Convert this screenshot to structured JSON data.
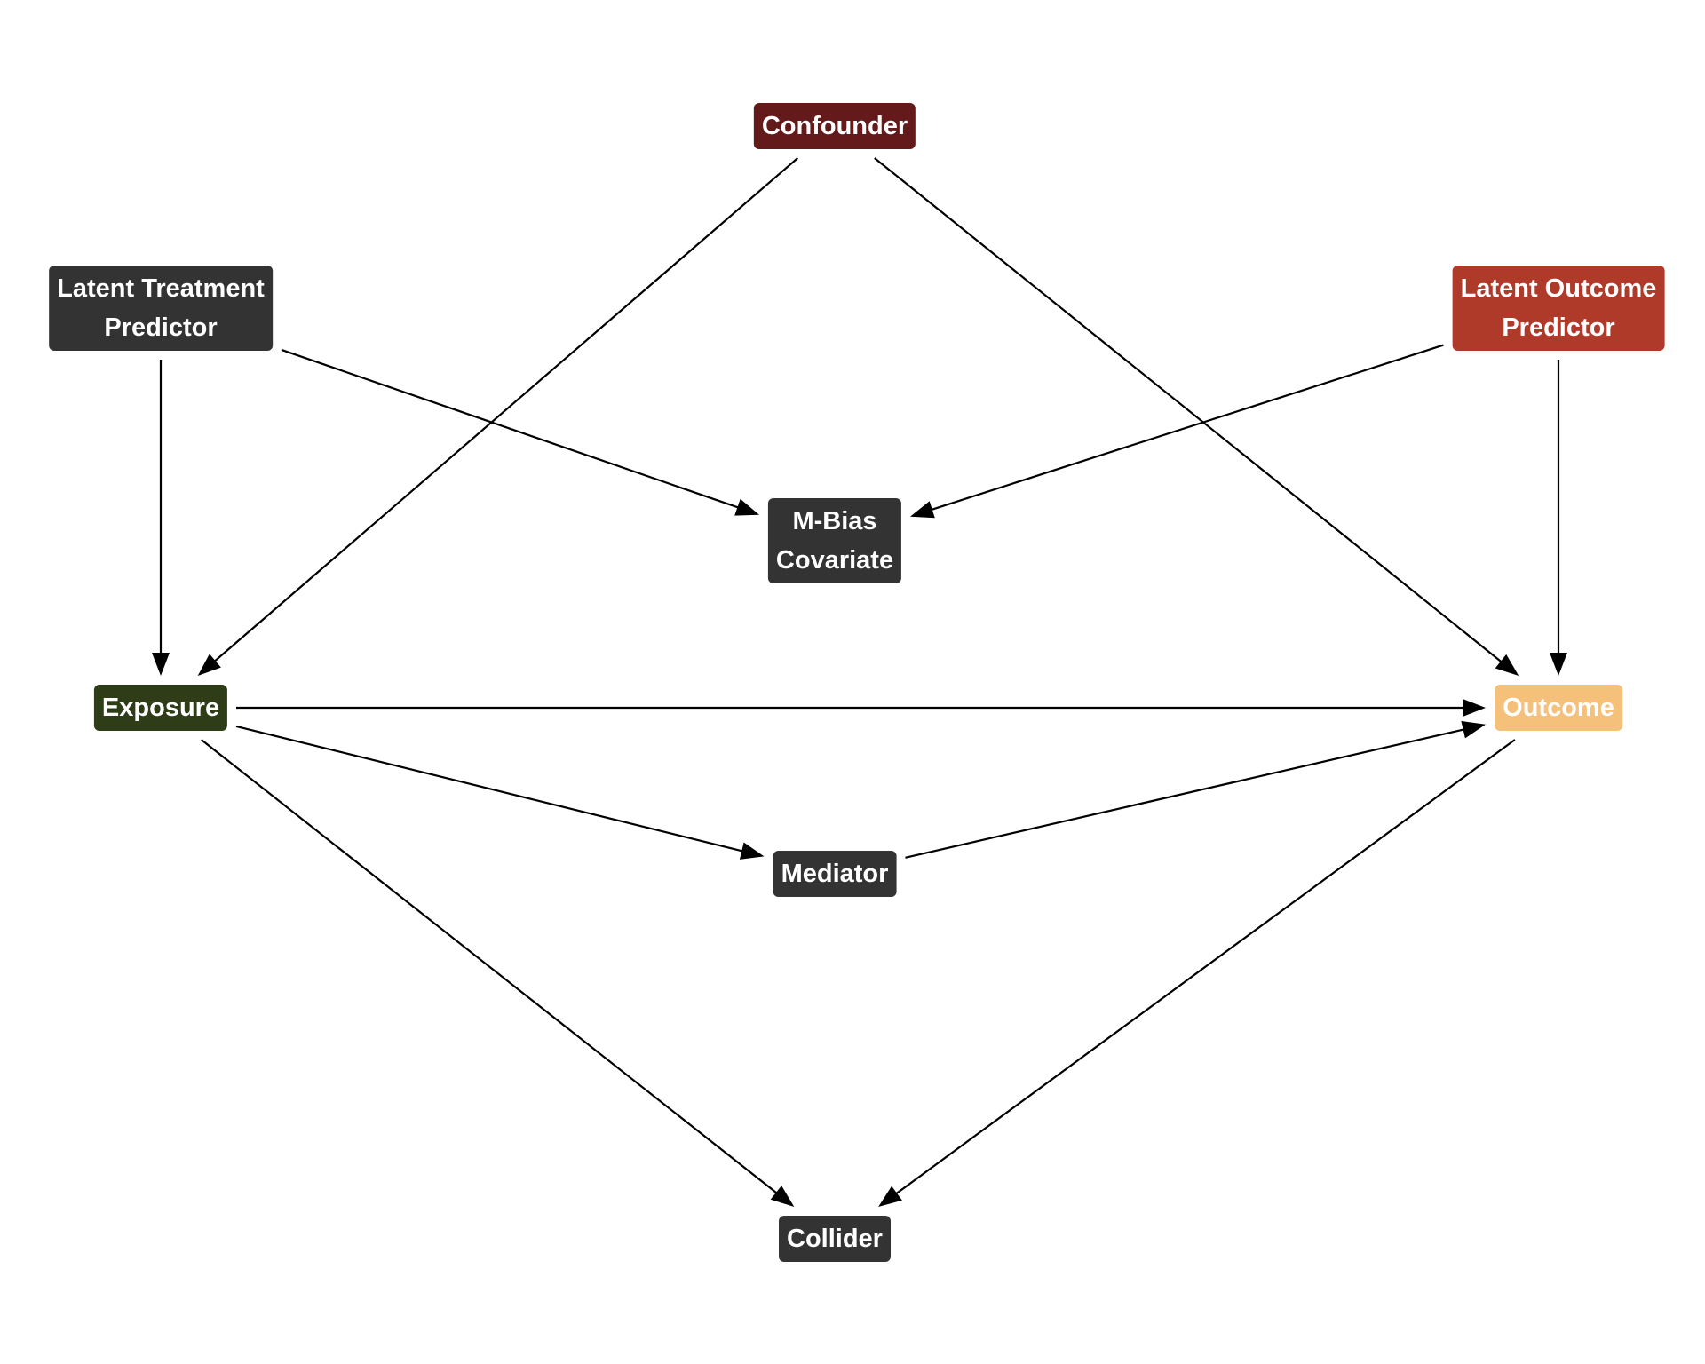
{
  "diagram": {
    "nodes": {
      "confounder": {
        "lines": [
          "Confounder"
        ],
        "bg": "#641a1a",
        "fg": "#ffffff"
      },
      "latent_treatment": {
        "lines": [
          "Latent Treatment",
          "Predictor"
        ],
        "bg": "#333333",
        "fg": "#ffffff"
      },
      "latent_outcome": {
        "lines": [
          "Latent Outcome",
          "Predictor"
        ],
        "bg": "#b03a2a",
        "fg": "#ffffff"
      },
      "mbias": {
        "lines": [
          "M-Bias",
          "Covariate"
        ],
        "bg": "#333333",
        "fg": "#ffffff"
      },
      "exposure": {
        "lines": [
          "Exposure"
        ],
        "bg": "#2e3d17",
        "fg": "#ffffff"
      },
      "outcome": {
        "lines": [
          "Outcome"
        ],
        "bg": "#f5c07a",
        "fg": "#ffffff"
      },
      "mediator": {
        "lines": [
          "Mediator"
        ],
        "bg": "#333333",
        "fg": "#ffffff"
      },
      "collider": {
        "lines": [
          "Collider"
        ],
        "bg": "#333333",
        "fg": "#ffffff"
      }
    },
    "edges": [
      {
        "from": "confounder",
        "to": "exposure"
      },
      {
        "from": "confounder",
        "to": "outcome"
      },
      {
        "from": "latent_treatment",
        "to": "mbias"
      },
      {
        "from": "latent_treatment",
        "to": "exposure"
      },
      {
        "from": "latent_outcome",
        "to": "mbias"
      },
      {
        "from": "latent_outcome",
        "to": "outcome"
      },
      {
        "from": "exposure",
        "to": "outcome"
      },
      {
        "from": "exposure",
        "to": "mediator"
      },
      {
        "from": "exposure",
        "to": "collider"
      },
      {
        "from": "mediator",
        "to": "outcome"
      },
      {
        "from": "outcome",
        "to": "collider"
      }
    ]
  }
}
